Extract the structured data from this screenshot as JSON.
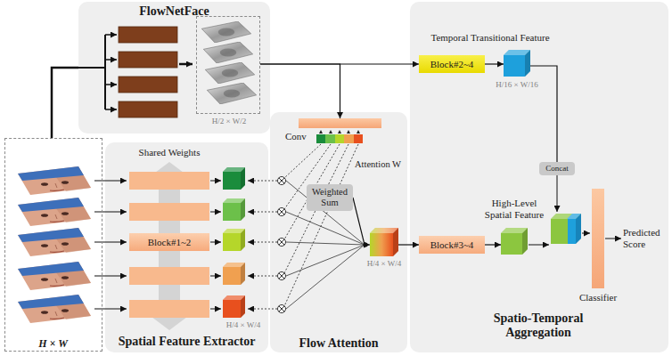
{
  "diagram": {
    "nodes": [
      {
        "text": [
          "H × W"
        ]
      },
      {
        "text": [
          "FlowNetFace"
        ]
      },
      {
        "text": [
          "H/2 × W/2"
        ],
        "in": 1
      },
      {
        "text": [
          "Spatial Feature Extractor"
        ]
      },
      {
        "text": [
          "Block#1~2"
        ],
        "in": 3
      },
      {
        "text": [
          "Flow Attention"
        ]
      },
      {
        "text": [
          "Conv"
        ],
        "in": 5
      },
      {
        "text": [
          "Attention W"
        ],
        "in": 5
      },
      {
        "text": [
          "Weighted Sum"
        ],
        "in": 5
      },
      {
        "text": [
          "H/4 × W/4"
        ],
        "in": 5
      },
      {
        "text": [
          "Spatio-Temporal Aggregation"
        ]
      },
      {
        "text": [
          "Block#2~4"
        ],
        "in": 10
      },
      {
        "text": [
          "H/16 × W/16"
        ],
        "in": 10
      },
      {
        "text": [
          "Concat"
        ],
        "in": 10
      },
      {
        "text": [
          "Block#3~4"
        ],
        "in": 10
      },
      {
        "text": [
          "High-Level Spatial Feature"
        ],
        "in": 10
      },
      {
        "text": [
          "Classifier"
        ],
        "in": 10
      }
    ],
    "edges": [
      {
        "from": 0,
        "to": 1,
        "arrow": "none"
      },
      {
        "from": 2,
        "to": 11,
        "arrow": "to"
      },
      {
        "from": 2,
        "to": 6,
        "arrow": "to"
      },
      {
        "from": 8,
        "to": 9,
        "arrow": "to"
      },
      {
        "from": 9,
        "to": 14,
        "arrow": "to"
      },
      {
        "from": 11,
        "to": 12,
        "arrow": "to"
      },
      {
        "from": 12,
        "to": 13,
        "arrow": "none"
      },
      {
        "from": 14,
        "to": 15,
        "arrow": "to"
      }
    ],
    "labels": [
      "Temporal Transitional Feature",
      "Shared Weights",
      "H/4 × W/4",
      "Predicted Score"
    ]
  }
}
